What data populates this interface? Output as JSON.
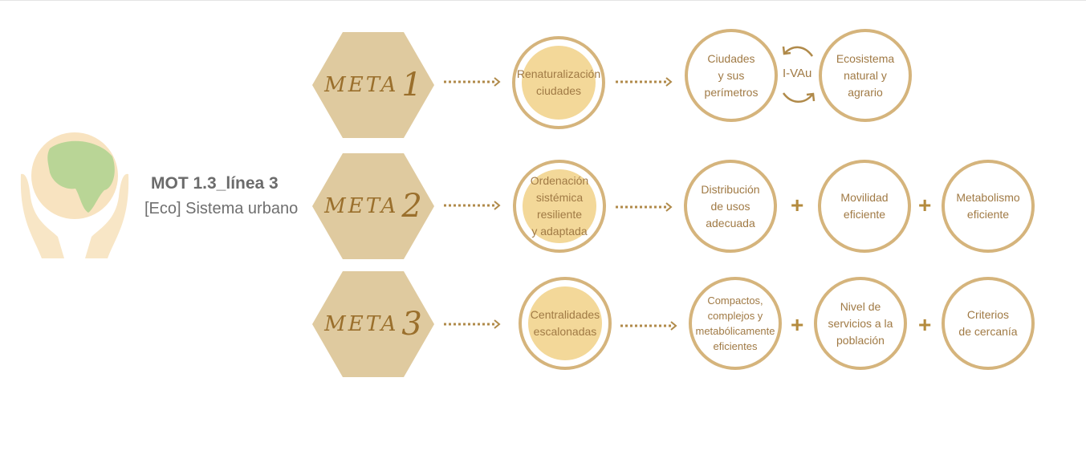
{
  "header": {
    "title": "MOT  1.3_línea 3",
    "subtitle": "[Eco] Sistema urbano"
  },
  "metas": [
    {
      "label": "META",
      "number": "1",
      "goal": "Renaturalización\nciudades"
    },
    {
      "label": "META",
      "number": "2",
      "goal": "Ordenación\nsistémica\nresiliente\ny adaptada"
    },
    {
      "label": "META",
      "number": "3",
      "goal": "Centralidades\nescalonadas"
    }
  ],
  "row1": {
    "left": "Ciudades\ny sus\nperímetros",
    "link": "I-VAu",
    "right": "Ecosistema\nnatural y\nagrario"
  },
  "row2": [
    "Distribución\nde usos\nadecuada",
    "Movilidad\neficiente",
    "Metabolismo\neficiente"
  ],
  "row3": [
    "Compactos,\ncomplejos y\nmetabólicamente\neficientes",
    "Nivel de\nservicios a la\npoblación",
    "Criterios\nde cercanía"
  ],
  "plus": "+",
  "colors": {
    "hexagon": "#dfca9f",
    "ring": "#d5b47c",
    "fill": "#f3d899",
    "text": "#a07a45"
  }
}
